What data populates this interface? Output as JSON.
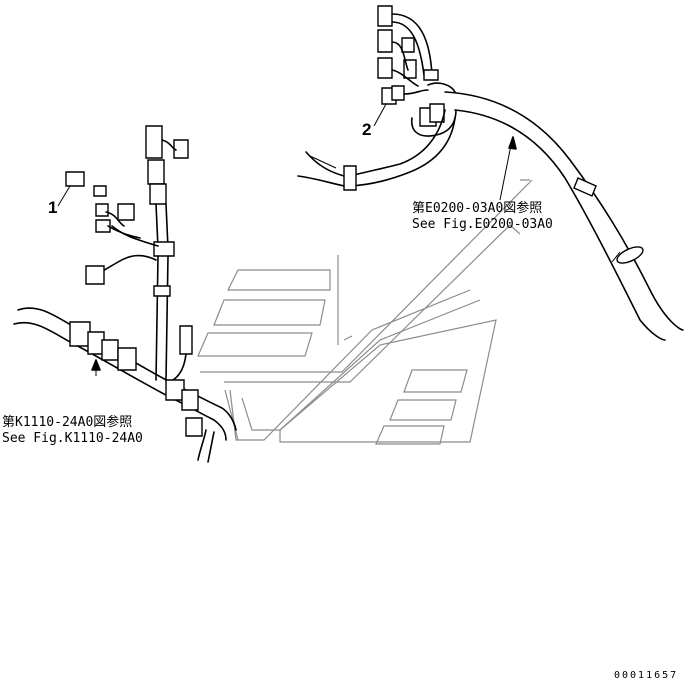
{
  "callouts": [
    {
      "id": "1",
      "label": "1"
    },
    {
      "id": "2",
      "label": "2"
    }
  ],
  "references": [
    {
      "jp": "第E0200-03A0図参照",
      "en": "See Fig.E0200-03A0"
    },
    {
      "jp": "第K1110-24A0図参照",
      "en": "See Fig.K1110-24A0"
    }
  ],
  "drawing_number": "00011657"
}
